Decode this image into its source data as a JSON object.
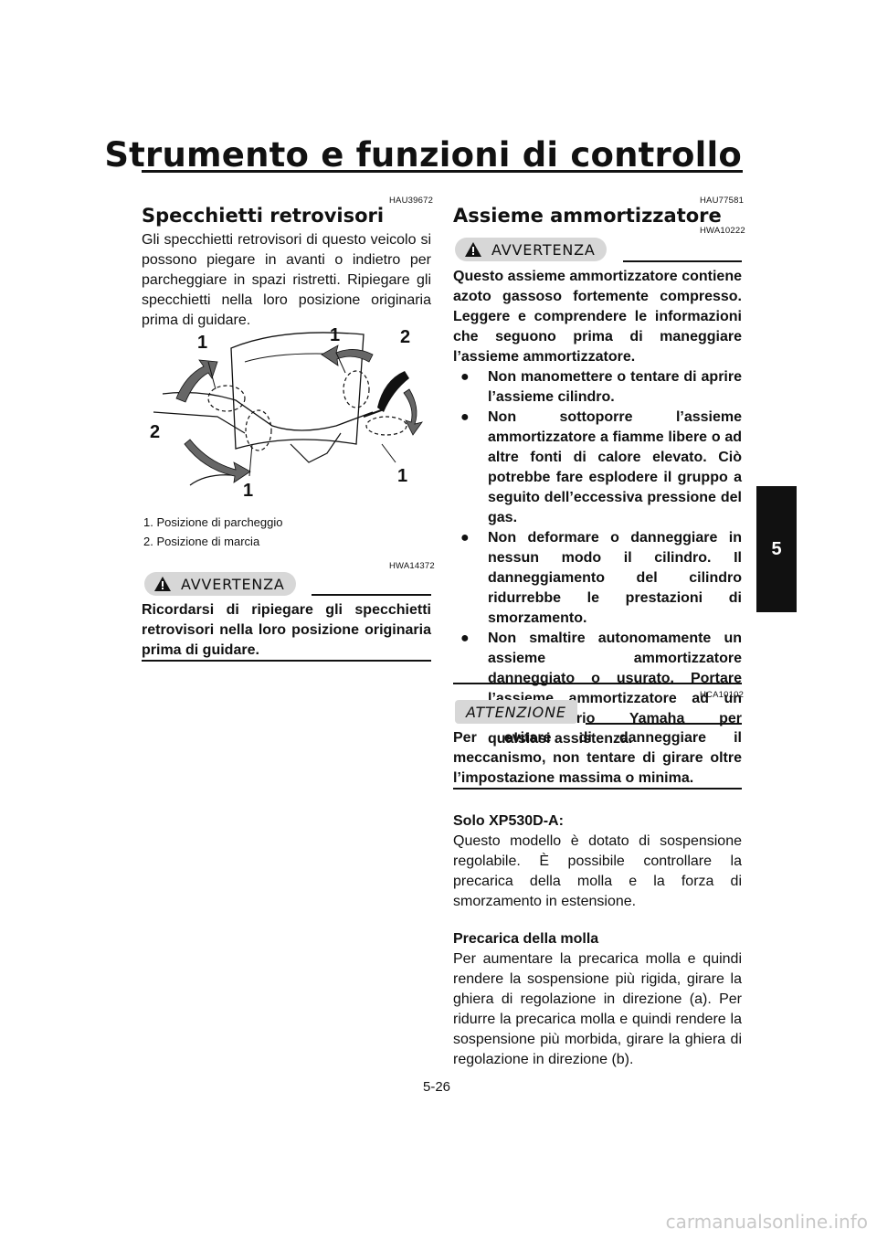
{
  "header": {
    "title": "Strumento e funzioni di controllo",
    "tab_number": "5"
  },
  "left": {
    "code1": "HAU39672",
    "heading": "Specchietti retrovisori",
    "body": "Gli specchietti retrovisori di questo veicolo si possono piegare in avanti o indietro per parcheggiare in spazi ristretti. Ripiegare gli specchietti nella loro posizione originaria prima di guidare.",
    "figure_labels": {
      "a": "1",
      "b": "1",
      "c": "2",
      "d": "2",
      "e": "1",
      "f": "1"
    },
    "caption": [
      "1. Posizione di parcheggio",
      "2. Posizione di marcia"
    ],
    "warn_code": "HWA14372",
    "warn_label": "AVVERTENZA",
    "warn_text": "Ricordarsi di ripiegare gli specchietti retrovisori nella loro posizione originaria prima di guidare."
  },
  "right": {
    "code1": "HAU77581",
    "heading": "Assieme ammortizzatore",
    "warn_code": "HWA10222",
    "warn_label": "AVVERTENZA",
    "warn_intro": "Questo assieme ammortizzatore contiene azoto gassoso fortemente compresso. Leggere e comprendere le informazioni che seguono prima di maneggiare l’assieme ammortizzatore.",
    "bullets": [
      "Non manomettere o tentare di aprire l’assieme cilindro.",
      "Non sottoporre l’assieme ammortizzatore a fiamme libere o ad altre fonti di calore elevato. Ciò potrebbe fare esplodere il gruppo a seguito dell’eccessiva pressione del gas.",
      "Non deformare o danneggiare in nessun modo il cilindro. Il danneggiamento del cilindro ridurrebbe le prestazioni di smorzamento.",
      "Non smaltire autonomamente un assieme ammortizzatore danneggiato o usurato. Portare l’assieme ammortizzatore ad un concessionario Yamaha per qualsiasi assistenza."
    ],
    "caution_code": "HCA10102",
    "caution_label": "ATTENZIONE",
    "caution_text": "Per evitare di danneggiare il meccanismo, non tentare di girare oltre l’impostazione massima o minima.",
    "model_head": "Solo XP530D-A:",
    "model_text": "Questo modello è dotato di sospensione regolabile. È possibile controllare la precarica della molla e la forza di smorzamento in estensione.",
    "preload_head": "Precarica della molla",
    "preload_text": "Per aumentare la precarica molla e quindi rendere la sospensione più rigida, girare la ghiera di regolazione in direzione (a). Per ridurre la precarica molla e quindi rendere la sospensione più morbida, girare la ghiera di regolazione in direzione (b)."
  },
  "footer": {
    "page_number": "5-26",
    "watermark": "carmanualsonline.info"
  }
}
